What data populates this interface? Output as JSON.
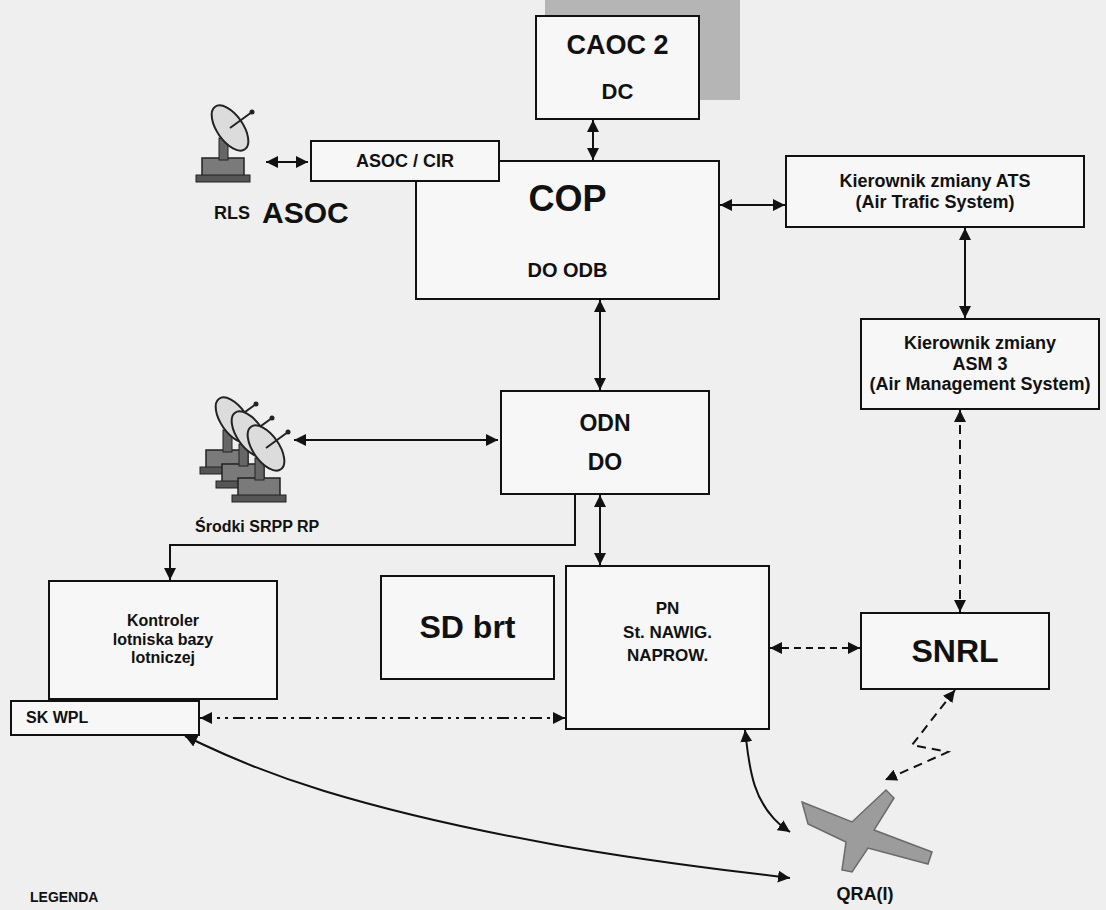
{
  "diagram": {
    "nodes": [
      {
        "text": [
          "CAOC 2",
          "DC"
        ]
      },
      {
        "text": [
          "ASOC / CIR"
        ]
      },
      {
        "text": [
          "COP",
          "DO ODB"
        ]
      },
      {
        "text": [
          "Kierownik zmiany ATS",
          "(Air Trafic System)"
        ]
      },
      {
        "text": [
          "Kierownik zmiany ASM 3",
          "(Air Management System)"
        ]
      },
      {
        "text": [
          "ODN",
          "DO"
        ]
      },
      {
        "text": [
          "Kontroler lotniska bazy lotniczej"
        ]
      },
      {
        "text": [
          "SD brt"
        ]
      },
      {
        "text": [
          "PN",
          "St. NAWIG.",
          "NAPROW."
        ]
      },
      {
        "text": [
          "SNRL"
        ]
      },
      {
        "text": [
          "SK WPL"
        ]
      },
      {
        "text": [
          "QRA(I)"
        ]
      }
    ],
    "edges": [
      {
        "from": 0,
        "to": 2,
        "arrow": "both"
      },
      {
        "from": 2,
        "to": 3,
        "arrow": "both"
      },
      {
        "from": 3,
        "to": 4,
        "arrow": "both"
      },
      {
        "from": 2,
        "to": 5,
        "arrow": "both"
      },
      {
        "from": 4,
        "to": 9,
        "arrow": "both"
      },
      {
        "from": 5,
        "to": 6,
        "arrow": "to"
      },
      {
        "from": 5,
        "to": 8,
        "arrow": "both"
      },
      {
        "from": 10,
        "to": 8,
        "arrow": "both"
      },
      {
        "from": 8,
        "to": 9,
        "arrow": "both"
      },
      {
        "from": 9,
        "to": 11,
        "arrow": "both"
      },
      {
        "from": 8,
        "to": 11,
        "arrow": "both"
      },
      {
        "from": 10,
        "to": 11,
        "arrow": "both"
      }
    ],
    "labels": [
      "RLS",
      "ASOC",
      "Środki SRPP RP",
      "LEGENDA"
    ]
  }
}
